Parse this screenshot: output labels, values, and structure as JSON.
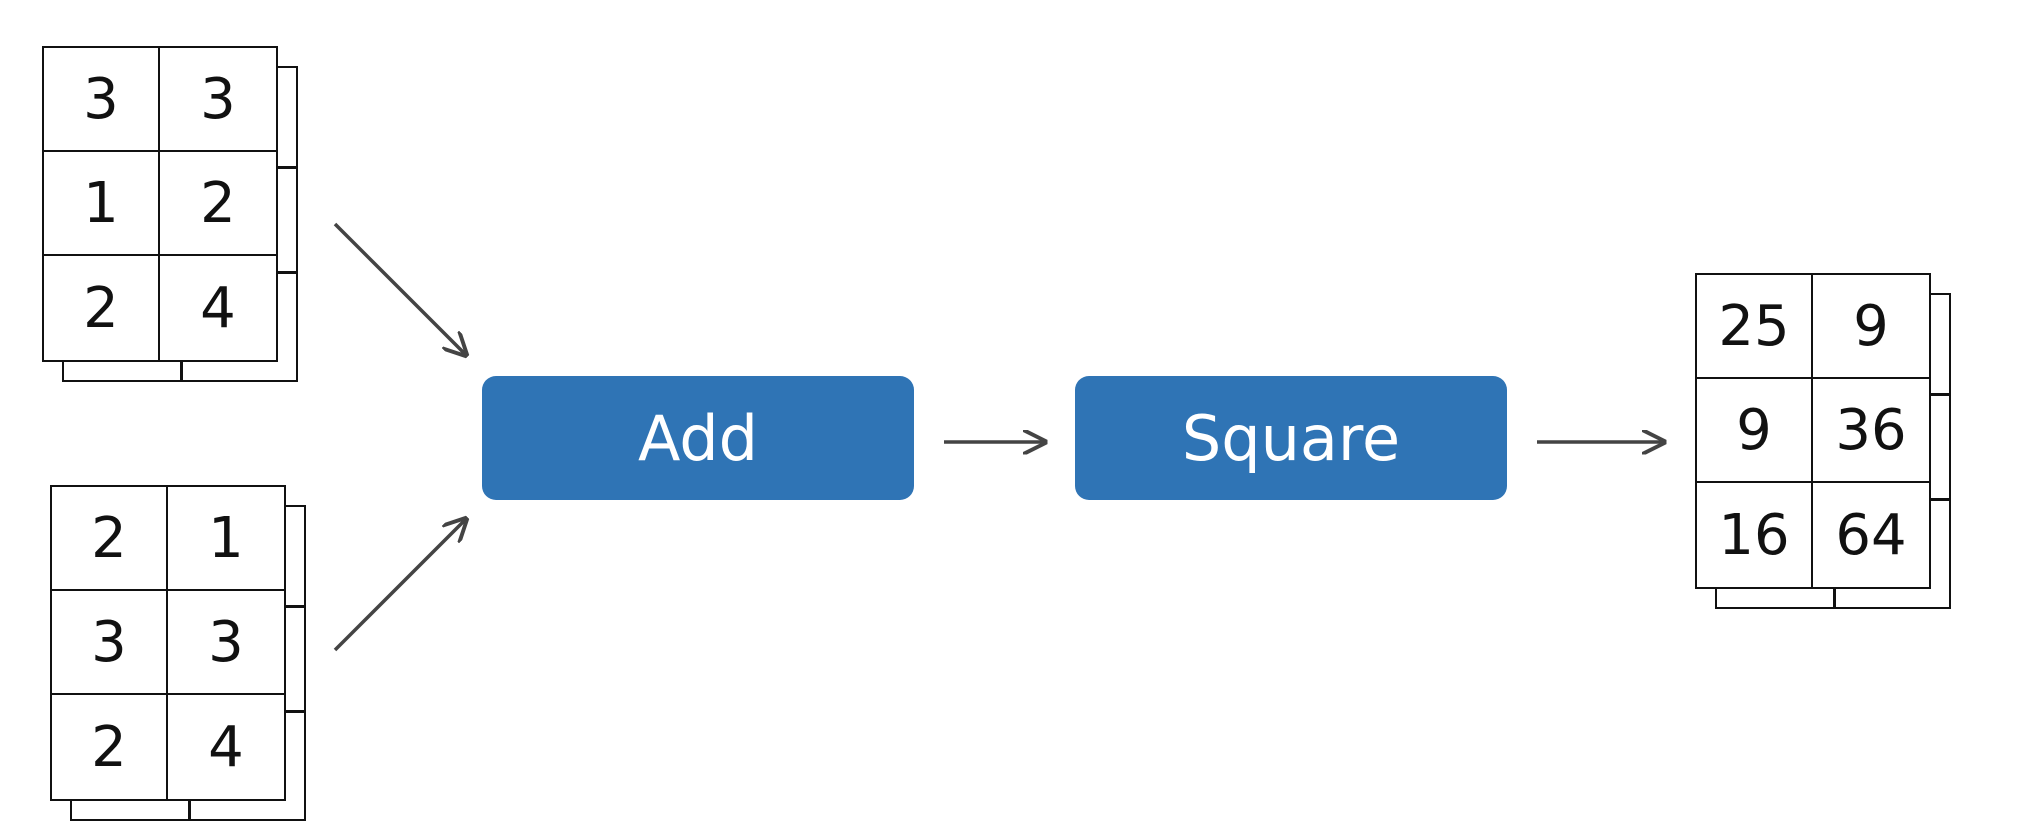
{
  "inputs": [
    {
      "values": [
        [
          "3",
          "3"
        ],
        [
          "1",
          "2"
        ],
        [
          "2",
          "4"
        ]
      ]
    },
    {
      "values": [
        [
          "2",
          "1"
        ],
        [
          "3",
          "3"
        ],
        [
          "2",
          "4"
        ]
      ]
    }
  ],
  "operations": {
    "add": "Add",
    "square": "Square"
  },
  "output": {
    "values": [
      [
        "25",
        "9"
      ],
      [
        "9",
        "36"
      ],
      [
        "16",
        "64"
      ]
    ]
  },
  "colors": {
    "op_fill": "#2f74b5",
    "line": "#111111",
    "arrow": "#444444"
  },
  "icons": {
    "arrow": "arrow-right-icon"
  }
}
